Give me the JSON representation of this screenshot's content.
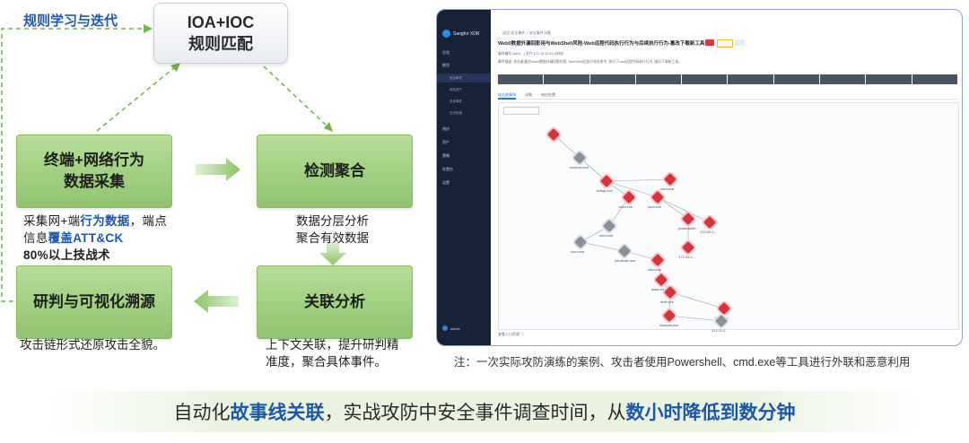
{
  "loop_label": "规则学习与迭代",
  "ioa_box": {
    "line1": "IOA+IOC",
    "line2": "规则匹配"
  },
  "boxes": [
    {
      "line1": "终端+网络行为",
      "line2": "数据采集"
    },
    {
      "line1": "检测聚合"
    },
    {
      "line1": "关联分析"
    },
    {
      "line1": "研判与可视化溯源"
    }
  ],
  "desc1": {
    "p1": "采集网+端",
    "hl1": "行为数据",
    "p2": "，端点信息",
    "hl2": "覆盖ATT&CK",
    "p3": "80%以上技战术"
  },
  "desc2": {
    "line1": "数据分层分析",
    "line2": "聚合有效数据"
  },
  "desc3": "攻击链形式还原攻击全貌。",
  "desc4": {
    "line1": "上下文关联，提升研判精",
    "line2": "准度，聚合具体事件。"
  },
  "screenshot": {
    "logo": "Sangfor XDR",
    "sidebar_items": [
      "总览",
      "概览",
      "响应",
      "资产",
      "策略",
      "处置台",
      "设置"
    ],
    "sidebar_subs": [
      "安全事件",
      "风险资产",
      "安全事件",
      "日志检索"
    ],
    "user": "admin",
    "crumb": "← 返回  安全事件 > 安全事件详情",
    "title": "Web0数据外漏回影用与WebShell风险-Web远程代码执行行为与后续执行行为-篡改下载新工具",
    "meta1": "事件编号 2a0b...  | 资产  172.10.10.10 (未知)",
    "meta2": "事件描述: 攻击者通过Web0数据外漏回影利用, WebShell后执行攻击命令, 执行了cmd远程代码执行行为, 随后下载新工具。",
    "tabs": [
      "攻击故事线",
      "详情",
      "响应处置"
    ],
    "nodes": [
      {
        "label": "",
        "type": "r"
      },
      {
        "label": "svchost.exe",
        "type": "g"
      },
      {
        "label": "w3wp.exe",
        "type": "r"
      },
      {
        "label": "cmd.exe",
        "type": "r"
      },
      {
        "label": "cmd.exe",
        "type": "r"
      },
      {
        "label": "cmd.exe",
        "type": "r"
      },
      {
        "label": "powershell...",
        "type": "r"
      },
      {
        "label": "cmd.exe",
        "type": "g"
      },
      {
        "label": "cmd.exe",
        "type": "g"
      },
      {
        "label": "172.20.0...",
        "type": "r"
      },
      {
        "label": "172.20.0...",
        "type": "r"
      },
      {
        "label": "cmd.exe",
        "type": "r"
      },
      {
        "label": "mimikatz.exe",
        "type": "g"
      },
      {
        "label": "lsass.exe",
        "type": "r"
      },
      {
        "label": "emil.exe",
        "type": "r"
      },
      {
        "label": "whoami.exe",
        "type": "r"
      },
      {
        "label": "172.20.0...",
        "type": "r"
      },
      {
        "label": "172.11.0...",
        "type": "g"
      }
    ],
    "footnote": "查看入口资源  ⓘ"
  },
  "note": "注：一次实际攻防演练的案例、攻击者使用Powershell、cmd.exe等工具进行外联和恶意利用",
  "banner": {
    "p1": "自动化",
    "em1": "故事线关联",
    "p2": "，实战攻防中安全事件调查时间，从",
    "em2": "数小时降低到数分钟"
  },
  "colors": {
    "accent_blue": "#1e56a8",
    "box_green": "#8fc46e",
    "arrow_green": "#8cc466",
    "dashed_green": "#6db34a"
  }
}
